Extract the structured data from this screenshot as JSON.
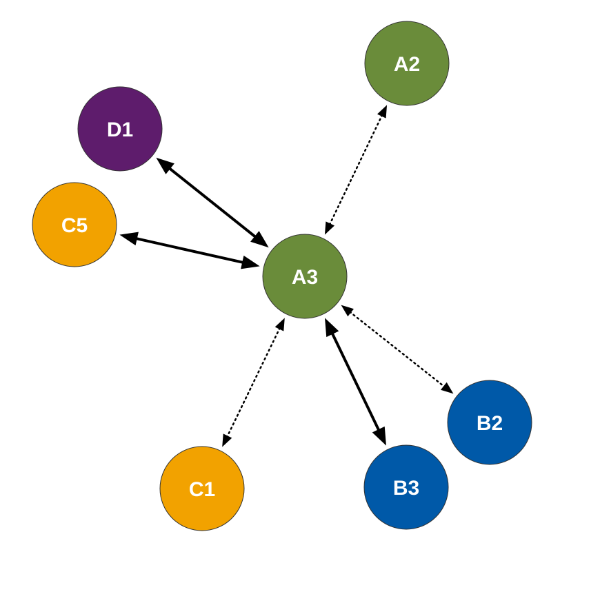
{
  "diagram": {
    "nodes": [
      {
        "id": "A3",
        "label": "A3",
        "color": "#6a8c3a"
      },
      {
        "id": "A2",
        "label": "A2",
        "color": "#6a8c3a"
      },
      {
        "id": "D1",
        "label": "D1",
        "color": "#5e1c6c"
      },
      {
        "id": "C5",
        "label": "C5",
        "color": "#f2a200"
      },
      {
        "id": "C1",
        "label": "C1",
        "color": "#f2a200"
      },
      {
        "id": "B3",
        "label": "B3",
        "color": "#0059a8"
      },
      {
        "id": "B2",
        "label": "B2",
        "color": "#0059a8"
      }
    ],
    "edges": [
      {
        "from": "A3",
        "to": "D1",
        "style": "solid",
        "direction": "both"
      },
      {
        "from": "A3",
        "to": "C5",
        "style": "solid",
        "direction": "both"
      },
      {
        "from": "A3",
        "to": "A2",
        "style": "dotted",
        "direction": "both"
      },
      {
        "from": "A3",
        "to": "B3",
        "style": "solid",
        "direction": "both"
      },
      {
        "from": "A3",
        "to": "B2",
        "style": "dotted",
        "direction": "both"
      },
      {
        "from": "A3",
        "to": "C1",
        "style": "dotted",
        "direction": "both"
      }
    ]
  }
}
